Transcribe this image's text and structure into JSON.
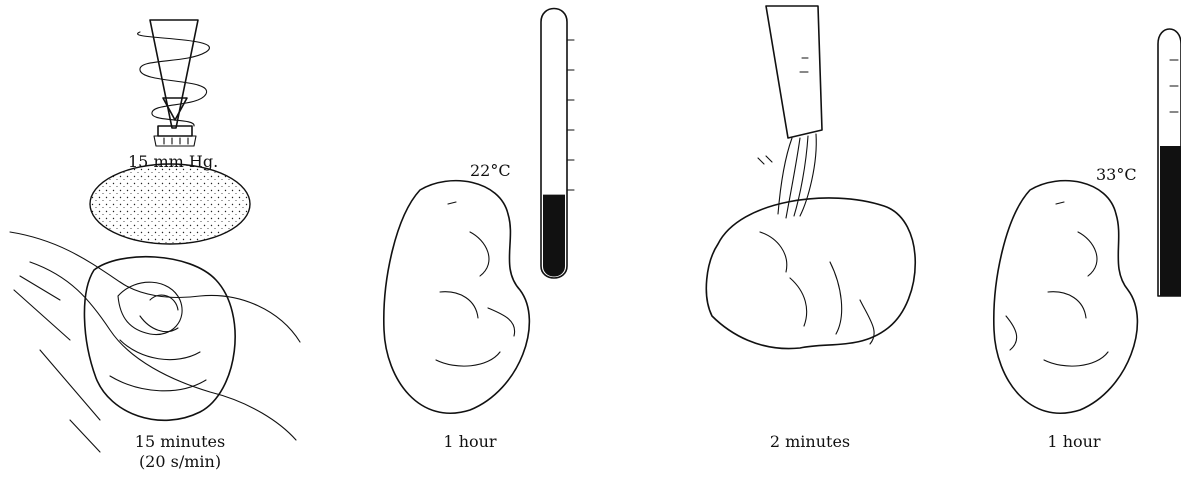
{
  "panels": {
    "p1": {
      "caption_line1": "15 minutes",
      "caption_line2": "(20 s/min)",
      "pressure_label": "15 mm Hg."
    },
    "p2": {
      "caption": "1 hour",
      "temperature_label": "22°C",
      "thermometer_fill_fraction": 0.3
    },
    "p3": {
      "caption": "2 minutes"
    },
    "p4": {
      "caption": "1 hour",
      "temperature_label": "33°C",
      "thermometer_fill_fraction": 0.6
    }
  },
  "colors": {
    "ink": "#111111",
    "background": "#ffffff"
  }
}
